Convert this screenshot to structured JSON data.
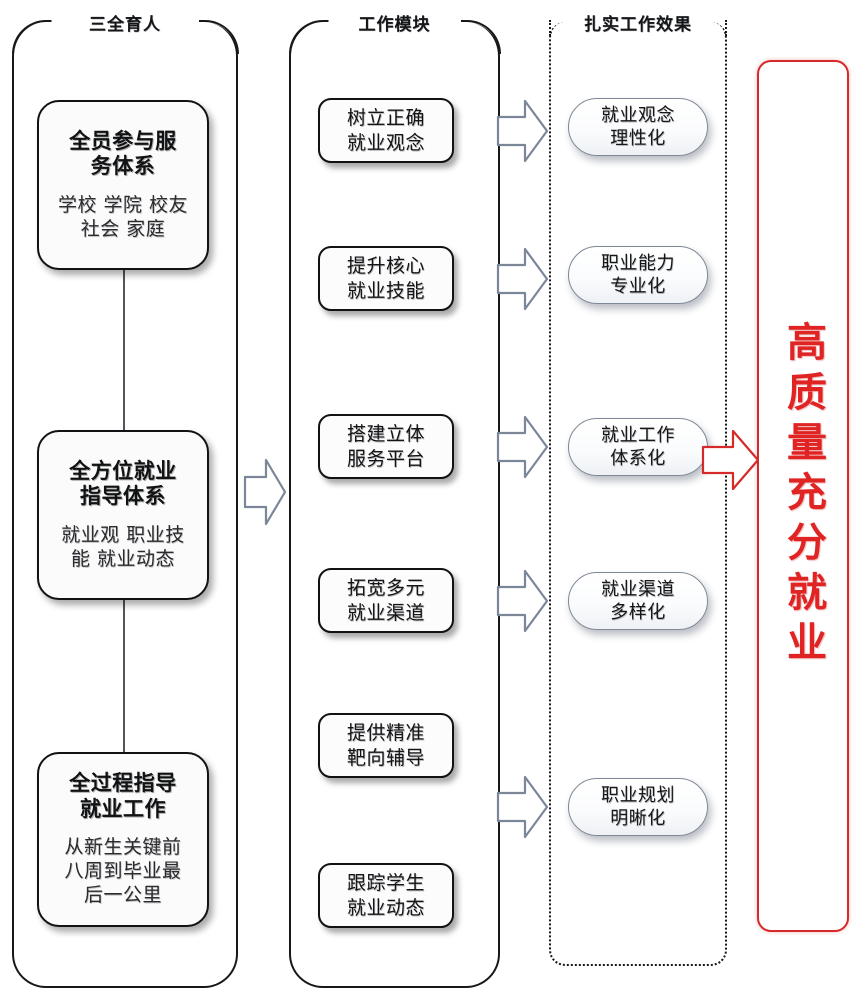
{
  "diagram": {
    "title_note": "",
    "columns": [
      {
        "id": "sanquan",
        "header": "三全育人",
        "style": "solid"
      },
      {
        "id": "modules",
        "header": "工作模块",
        "style": "solid"
      },
      {
        "id": "effects",
        "header": "扎实工作效果",
        "style": "dotted"
      }
    ],
    "pillars": [
      {
        "title": "全员参与服\n务体系",
        "subtitle": "学校 学院 校友\n社会 家庭"
      },
      {
        "title": "全方位就业\n指导体系",
        "subtitle": "就业观 职业技\n能 就业动态"
      },
      {
        "title": "全过程指导\n就业工作",
        "subtitle": "从新生关键前\n八周到毕业最\n后一公里"
      }
    ],
    "modules": [
      {
        "label": "树立正确\n就业观念"
      },
      {
        "label": "提升核心\n就业技能"
      },
      {
        "label": "搭建立体\n服务平台"
      },
      {
        "label": "拓宽多元\n就业渠道"
      },
      {
        "label": "提供精准\n靶向辅导"
      },
      {
        "label": "跟踪学生\n就业动态"
      }
    ],
    "effects": [
      {
        "label": "就业观念\n理性化"
      },
      {
        "label": "职业能力\n专业化"
      },
      {
        "label": "就业工作\n体系化"
      },
      {
        "label": "就业渠道\n多样化"
      },
      {
        "label": "职业规划\n明晰化"
      }
    ],
    "outcome": {
      "label": "高质量充分就业",
      "color": "#e02424"
    },
    "arrows": {
      "pillars_to_modules": "arrow-right-icon",
      "modules_to_effects": "arrow-right-icon",
      "effects_to_outcome": "arrow-right-red-icon"
    },
    "colors": {
      "ink": "#111214",
      "arrow_blue_gray": "#7b8798",
      "red": "#d42a2a",
      "connector": "#53555c"
    }
  }
}
